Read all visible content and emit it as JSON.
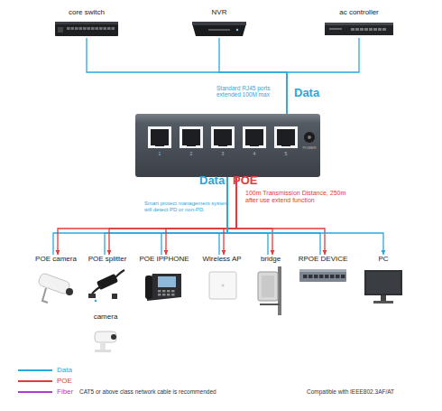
{
  "diagram": {
    "nodes": [
      {
        "text": [
          "core switch"
        ]
      },
      {
        "text": [
          "NVR"
        ]
      },
      {
        "text": [
          "ac controller"
        ]
      },
      {
        "text": [
          "1",
          "2",
          "3",
          "4",
          "5",
          "POWER"
        ]
      },
      {
        "text": [
          "POE camera"
        ]
      },
      {
        "text": [
          "POE splitter"
        ]
      },
      {
        "text": [
          "POE IPPHONE"
        ]
      },
      {
        "text": [
          "Wireless AP"
        ]
      },
      {
        "text": [
          "bridge"
        ]
      },
      {
        "text": [
          "RPOE DEVICE"
        ]
      },
      {
        "text": [
          "PC"
        ]
      },
      {
        "text": [
          "camera"
        ]
      }
    ],
    "edges": [
      {
        "from": 0,
        "to": 3,
        "arrow": "none"
      },
      {
        "from": 1,
        "to": 3,
        "arrow": "none"
      },
      {
        "from": 2,
        "to": 3,
        "arrow": "none"
      },
      {
        "from": 3,
        "to": 4,
        "arrow": "to"
      },
      {
        "from": 3,
        "to": 5,
        "arrow": "to"
      },
      {
        "from": 3,
        "to": 6,
        "arrow": "to"
      },
      {
        "from": 3,
        "to": 7,
        "arrow": "to"
      },
      {
        "from": 3,
        "to": 8,
        "arrow": "to"
      },
      {
        "from": 3,
        "to": 9,
        "arrow": "to"
      },
      {
        "from": 3,
        "to": 10,
        "arrow": "to"
      }
    ],
    "labels": [
      "Standard RJ45 ports extended 100M max",
      "Data",
      "Data",
      "POE",
      "Smart protect management system will detect PD or non-PD.",
      "100m Transmission Distance, 250m after use extend function",
      "CAT5 or above class network cable is recommended",
      "Compatible with IEEE802.3AF/AT"
    ],
    "legend": [
      {
        "text": "Data"
      },
      {
        "text": "POE"
      },
      {
        "text": "Fiber"
      }
    ]
  }
}
